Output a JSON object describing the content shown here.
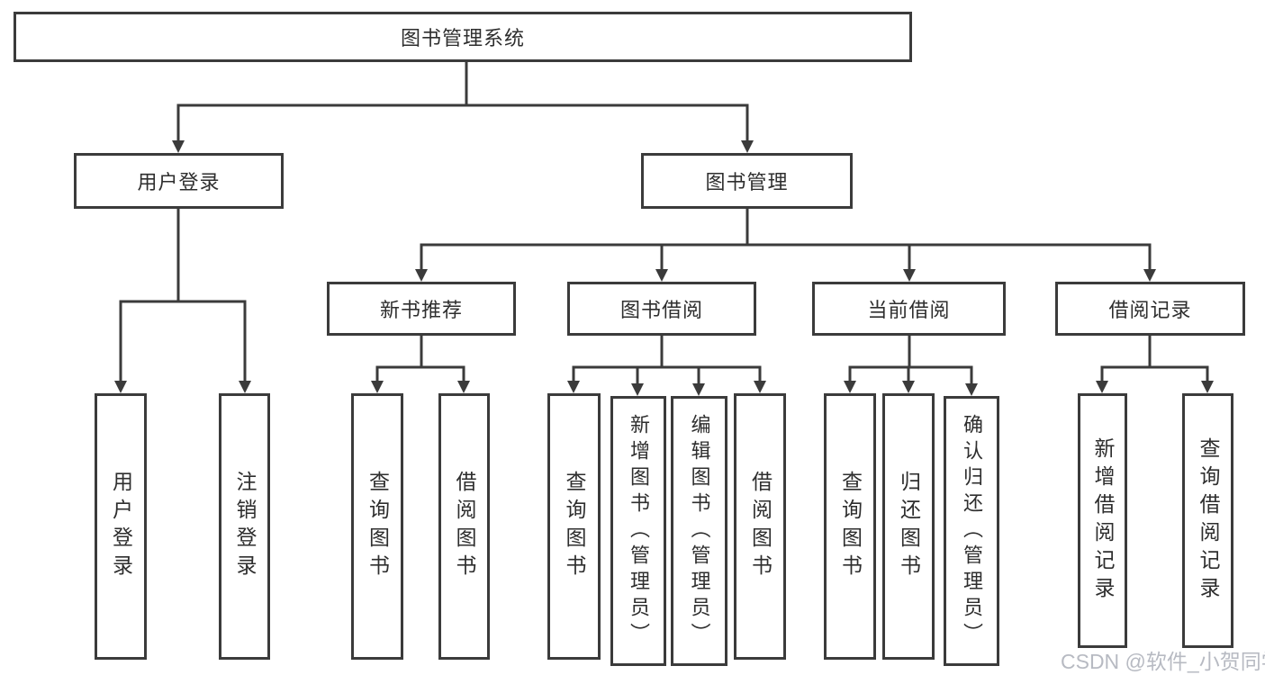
{
  "tree": {
    "label": "图书管理系统",
    "children": [
      {
        "label": "用户登录",
        "children": [
          {
            "label": "用户登录"
          },
          {
            "label": "注销登录"
          }
        ]
      },
      {
        "label": "图书管理",
        "children": [
          {
            "label": "新书推荐",
            "children": [
              {
                "label": "查询图书"
              },
              {
                "label": "借阅图书"
              }
            ]
          },
          {
            "label": "图书借阅",
            "children": [
              {
                "label": "查询图书"
              },
              {
                "label": "新增图书（管理员）"
              },
              {
                "label": "编辑图书（管理员）"
              },
              {
                "label": "借阅图书"
              }
            ]
          },
          {
            "label": "当前借阅",
            "children": [
              {
                "label": "查询图书"
              },
              {
                "label": "归还图书"
              },
              {
                "label": "确认归还（管理员）"
              }
            ]
          },
          {
            "label": "借阅记录",
            "children": [
              {
                "label": "新增借阅记录"
              },
              {
                "label": "查询借阅记录"
              }
            ]
          }
        ]
      }
    ]
  },
  "watermark": {
    "text": "CSDN @软件_小贺同学",
    "color": "#8a909c"
  },
  "colors": {
    "line": "#3b3b3b",
    "text": "#2e2e2e",
    "background": "#ffffff"
  }
}
